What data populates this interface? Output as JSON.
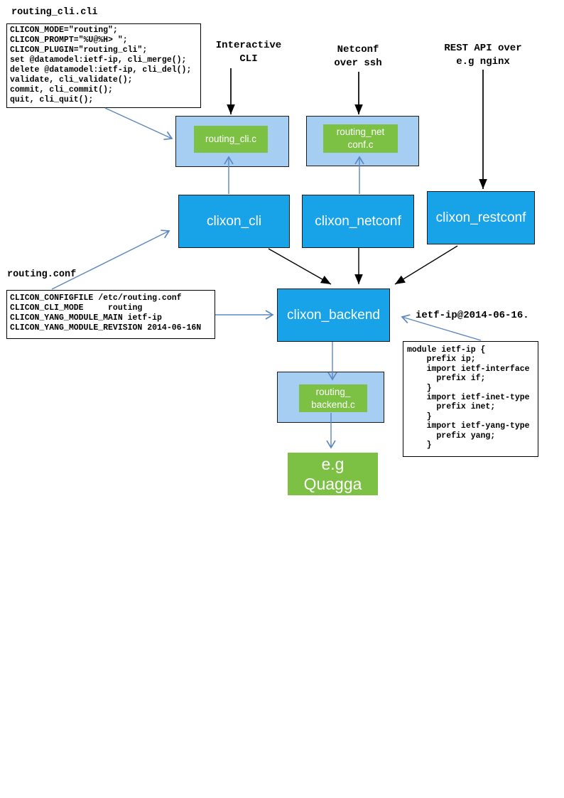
{
  "files": {
    "routing_cli_cli": {
      "title": "routing_cli.cli",
      "code": "CLICON_MODE=\"routing\";\nCLICON_PROMPT=\"%U@%H> \";\nCLICON_PLUGIN=\"routing_cli\";\nset @datamodel:ietf-ip, cli_merge();\ndelete @datamodel:ietf-ip, cli_del();\nvalidate, cli_validate();\ncommit, cli_commit();\nquit, cli_quit();"
    },
    "routing_conf": {
      "title": "routing.conf",
      "code": "CLICON_CONFIGFILE /etc/routing.conf\nCLICON_CLI_MODE     routing\nCLICON_YANG_MODULE_MAIN ietf-ip\nCLICON_YANG_MODULE_REVISION 2014-06-16N"
    },
    "ietf_yang": {
      "title": "ietf-ip@2014-06-16.",
      "code": "module ietf-ip {\n    prefix ip;\n    import ietf-interface\n      prefix if;\n    }\n    import ietf-inet-type\n      prefix inet;\n    }\n    import ietf-yang-type\n      prefix yang;\n    }"
    }
  },
  "channels": {
    "interactive_cli": "Interactive\nCLI",
    "netconf_ssh": "Netconf\nover ssh",
    "rest_api": "REST API over\ne.g nginx"
  },
  "processes": {
    "cli": "clixon_cli",
    "netconf": "clixon_netconf",
    "restconf": "clixon_restconf",
    "backend": "clixon_backend"
  },
  "plugins": {
    "cli": "routing_cli.c",
    "netconf": "routing_net\nconf.c",
    "backend": "routing_\nbackend.c"
  },
  "external": {
    "quagga": "e.g\nQuagga"
  },
  "colors": {
    "process_box_blue": "#18a2e8",
    "plugin_panel_blue": "#a6cdf2",
    "plugin_green": "#7cc143",
    "blue_arrow": "#5b87c0",
    "black_arrow": "#000000"
  }
}
